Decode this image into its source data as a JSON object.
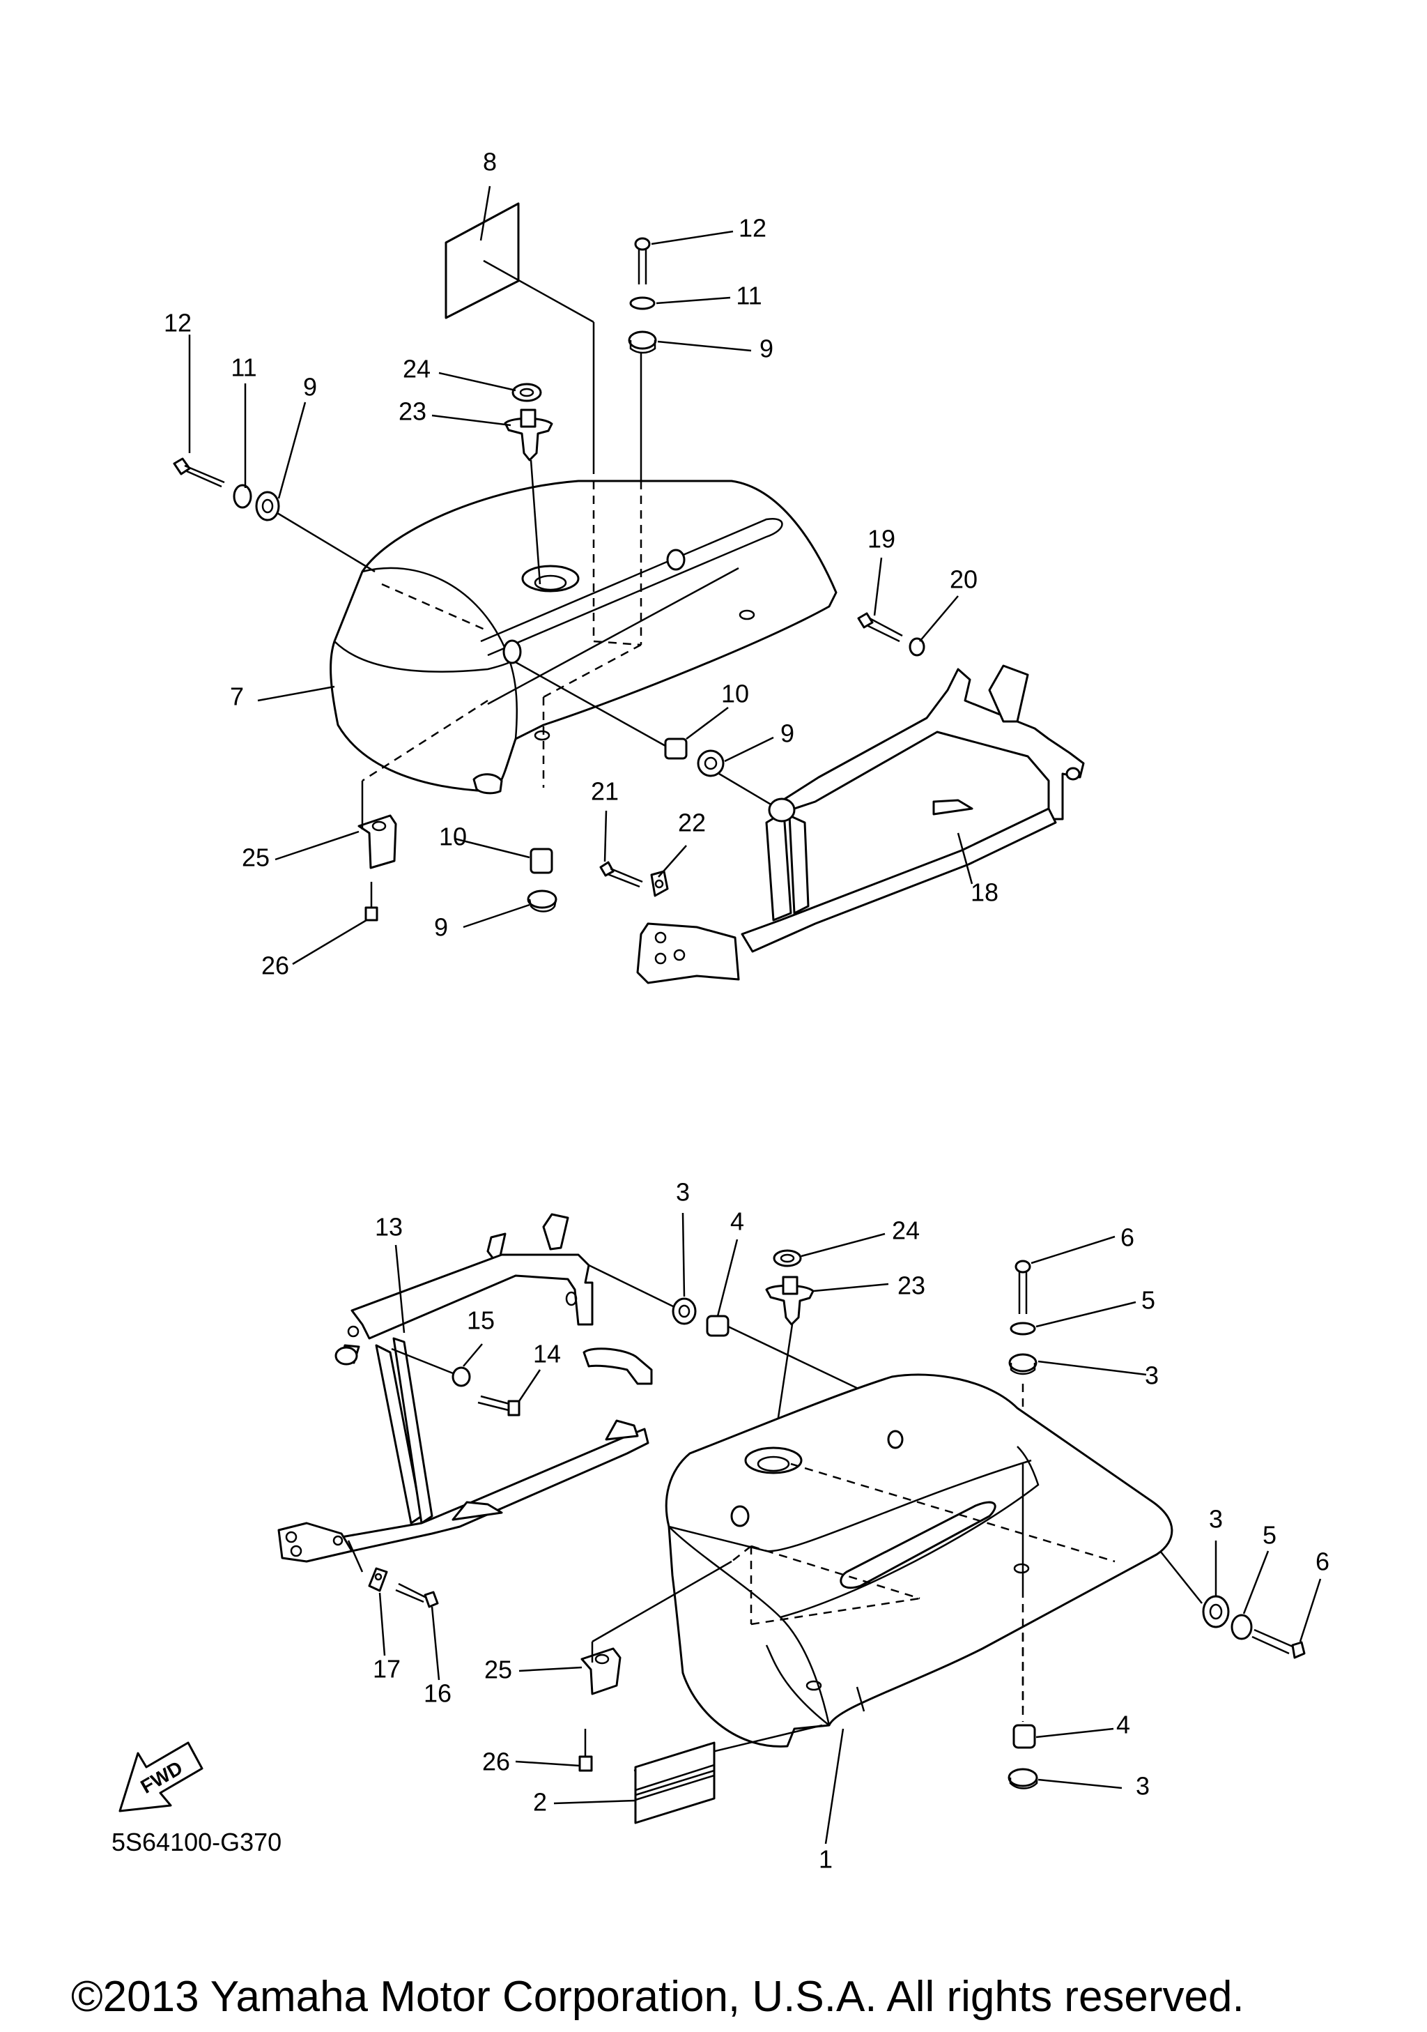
{
  "diagram": {
    "code": "5S64100-G370",
    "copyright": "©2013 Yamaha Motor Corporation, U.S.A. All rights reserved.",
    "fwd_label": "FWD",
    "icons": {
      "forward_arrow": "fwd-arrow-icon"
    }
  },
  "callouts": {
    "top": {
      "c8": "8",
      "c12a": "12",
      "c11a": "11",
      "c9a": "9",
      "c12b": "12",
      "c11b": "11",
      "c9b": "9",
      "c24": "24",
      "c23": "23",
      "c7": "7",
      "c19": "19",
      "c20": "20",
      "c10a": "10",
      "c9c": "9",
      "c21": "21",
      "c22": "22",
      "c10b": "10",
      "c9d": "9",
      "c25": "25",
      "c26": "26",
      "c18": "18"
    },
    "bottom": {
      "c3a": "3",
      "c4a": "4",
      "c24": "24",
      "c23": "23",
      "c6a": "6",
      "c5a": "5",
      "c3b": "3",
      "c13": "13",
      "c15": "15",
      "c14": "14",
      "c3c": "3",
      "c5b": "5",
      "c6b": "6",
      "c17": "17",
      "c16": "16",
      "c25": "25",
      "c26": "26",
      "c4b": "4",
      "c3d": "3",
      "c2": "2",
      "c1": "1"
    }
  }
}
